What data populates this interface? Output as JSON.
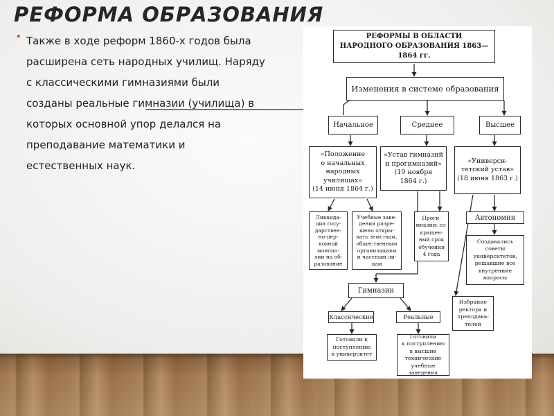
{
  "slide": {
    "title": "РЕФОРМА ОБРАЗОВАНИЯ",
    "bullet_mark": "•",
    "bullet_text": "Также в ходе реформ 1860-х годов была расширена сеть народных училищ. Наряду с классическими гимназиями были созданы реальные гимназии (училища) в которых основной упор делался на преподавание математики и естественных наук."
  },
  "diagram": {
    "title": "РЕФОРМЫ В ОБЛАСТИ\nНАРОДНОГО ОБРАЗОВАНИЯ 1863—1864 гг.",
    "changes": "Изменения в системе образования",
    "levels": {
      "primary": "Начальное",
      "secondary": "Среднее",
      "higher": "Высшее"
    },
    "laws": {
      "primary": "«Положение\nо начальных\nнародных\nучилищах»\n(14 июня 1864 г.)",
      "secondary": "«Устав гимназий\nи прогимназий»\n(19 ноября\n1864 г.)",
      "higher": "«Универси-\nтетский устав»\n(18 июня 1863 г.)"
    },
    "details": {
      "liquidation": "Ликвида-\nция госу-\nдарствен-\nно-цер-\nковной\nмонопо-\nлии на об-\nразование",
      "institutions": "Учебные заве-\nдения разре-\nшено откры-\nвать земствам,\nобщественным\nорганизациям\nи частным ли-\nцам",
      "progymnasia": "Проги-\nмназии: со-\nкращен-\nный срок\nобучения\n4 года",
      "autonomy": "Автономия",
      "councils": "Создавались\nсоветы\nуниверситетов,\nрешавшие все\nвнутренние\nвопросы",
      "election": "Избрание\nректора и\nпреподава-\nтелей"
    },
    "gymnasia": "Гимназии",
    "types": {
      "classical": "Классические",
      "real": "Реальные"
    },
    "outcomes": {
      "classical": "Готовили к\nпоступлению\nв университет",
      "real": "Готовили\nк поступлению\nв высшие\nтехнические\nучебные заведения"
    }
  }
}
